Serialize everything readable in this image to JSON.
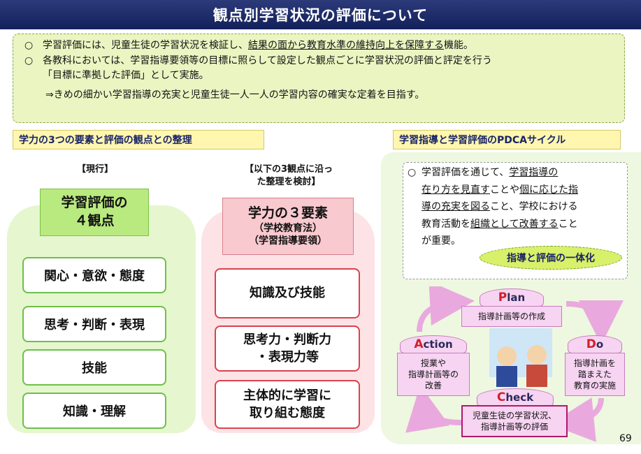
{
  "title": "観点別学習状況の評価について",
  "intro": {
    "mark": "○",
    "line1_a": "学習評価には、児童生徒の学習状況を検証し、",
    "line1_b": "結果の面から教育水準の維持向上を保障する",
    "line1_c": "機能。",
    "line2": "各教科においては、学習指導要領等の目標に照らして設定した観点ごとに学習状況の評価と評定を行う",
    "line3": "「目標に準拠した評価」として実施。",
    "line4": "⇒きめの細かい学習指導の充実と児童生徒一人一人の学習内容の確実な定着を目指す。"
  },
  "left_section": {
    "label": "学力の3つの要素と評価の観点との整理",
    "current_label": "【現行】",
    "current_heading": [
      "学習評価の",
      "４観点"
    ],
    "current_items": [
      "関心・意欲・態度",
      "思考・判断・表現",
      "技能",
      "知識・理解"
    ],
    "proposed_label": [
      "【以下の3観点に沿っ",
      "た整理を検討】"
    ],
    "proposed_heading": {
      "main": "学力の３要素",
      "sub1": "（学校教育法）",
      "sub2": "（学習指導要領）"
    },
    "proposed_items": [
      [
        "知識及び技能"
      ],
      [
        "思考力・判断力",
        "・表現力等"
      ],
      [
        "主体的に学習に",
        "取り組む態度"
      ]
    ]
  },
  "right_section": {
    "label": "学習指導と学習評価のPDCAサイクル",
    "text": {
      "mark": "○",
      "line1_a": "学習評価を通じて、",
      "line1_b": "学習指導の",
      "line2_a": "在り方を見直す",
      "line2_b": "ことや",
      "line2_c": "個に応じた指",
      "line3_a": "導の充実を図る",
      "line3_b": "こと、学校における",
      "line4_a": "教育活動を",
      "line4_b": "組織として改善する",
      "line4_c": "こと",
      "line5": "が重要。"
    },
    "oval": "指導と評価の一体化",
    "cycle": {
      "plan": {
        "cap": "P",
        "rest": "lan",
        "text": "指導計画等の作成"
      },
      "do": {
        "cap": "D",
        "rest": "o",
        "text": [
          "指導計画を",
          "踏まえた",
          "教育の実施"
        ]
      },
      "check": {
        "cap": "C",
        "rest": "heck",
        "text": [
          "児童生徒の学習状況、",
          "指導計画等の評価"
        ]
      },
      "action": {
        "cap": "A",
        "rest": "ction",
        "text": [
          "授業や",
          "指導計画等の",
          "改善"
        ]
      }
    },
    "colors": {
      "cycle_fill": "#f7d4f2",
      "cap_letter": "#d0202a",
      "arrow": "#e9a9de"
    }
  },
  "page_number": "69"
}
